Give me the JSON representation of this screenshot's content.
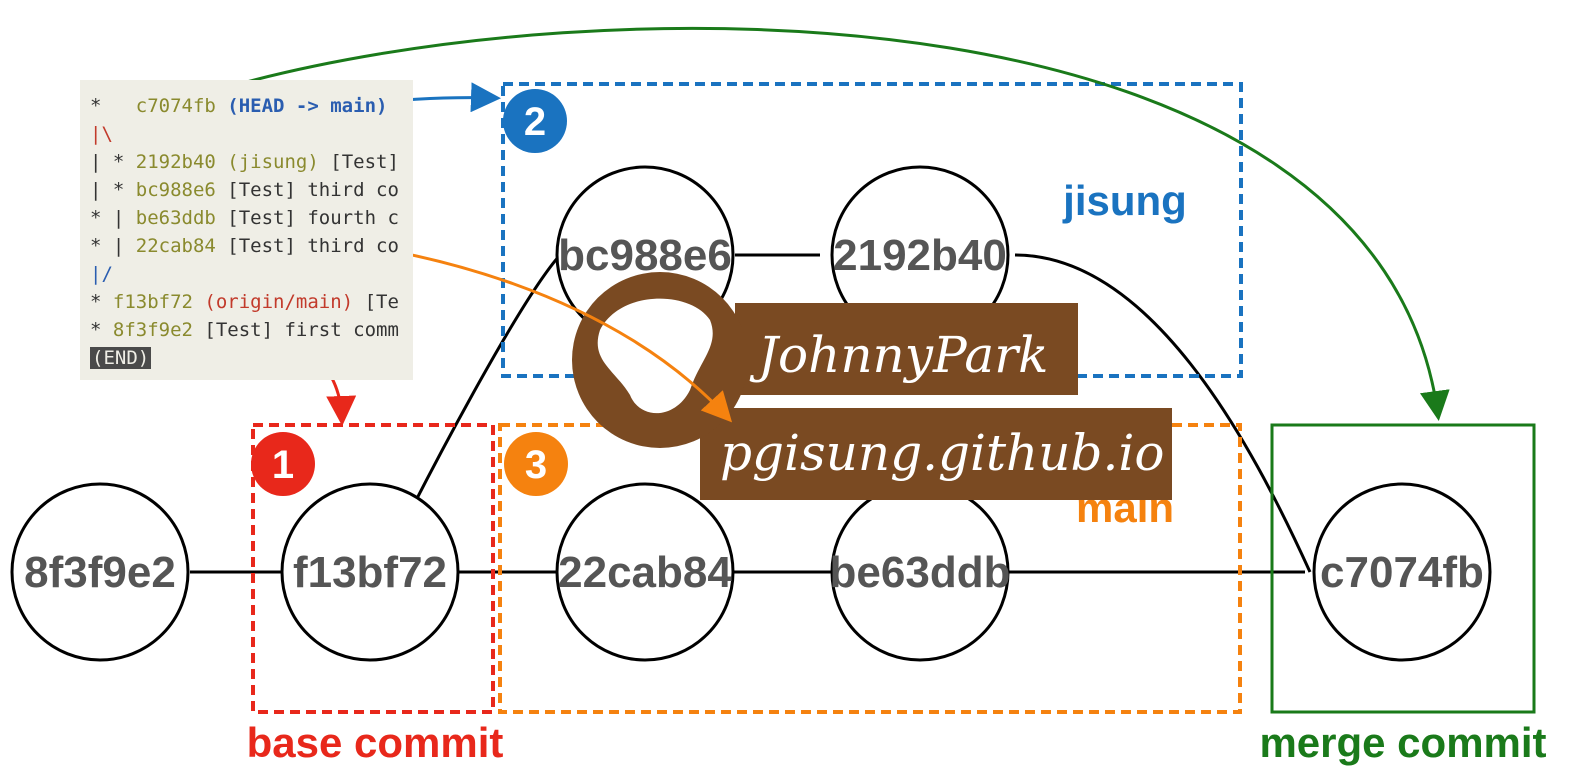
{
  "terminal": {
    "lines": [
      {
        "graph": "*   ",
        "hash": "c7074fb",
        "refs": "(HEAD -> main)",
        "msg": ""
      },
      {
        "graph": "|\\",
        "hash": "",
        "refs": "",
        "msg": ""
      },
      {
        "graph": "| * ",
        "hash": "2192b40",
        "refs": "(jisung)",
        "msg": "[Test]"
      },
      {
        "graph": "| * ",
        "hash": "bc988e6",
        "refs": "",
        "msg": "[Test] third co"
      },
      {
        "graph": "* | ",
        "hash": "be63ddb",
        "refs": "",
        "msg": "[Test] fourth c"
      },
      {
        "graph": "* | ",
        "hash": "22cab84",
        "refs": "",
        "msg": "[Test] third co"
      },
      {
        "graph": "|/",
        "hash": "",
        "refs": "",
        "msg": ""
      },
      {
        "graph": "* ",
        "hash": "f13bf72",
        "refs": "(origin/main)",
        "msg": "[Te"
      },
      {
        "graph": "* ",
        "hash": "8f3f9e2",
        "refs": "",
        "msg": "[Test] first comm"
      }
    ],
    "end_marker": "(END)"
  },
  "commits": {
    "c8f3f9e2": "8f3f9e2",
    "cf13bf72": "f13bf72",
    "c22cab84": "22cab84",
    "cbe63ddb": "be63ddb",
    "cbc988e6": "bc988e6",
    "c2192b40": "2192b40",
    "cc7074fb": "c7074fb"
  },
  "branches": {
    "jisung": "jisung",
    "main": "main"
  },
  "badges": {
    "one": "1",
    "two": "2",
    "three": "3"
  },
  "captions": {
    "base_commit": "base commit",
    "merge_commit": "merge commit"
  },
  "watermark": {
    "name": "JohnnyPark",
    "site": "pgisung.github.io"
  },
  "colors": {
    "red": "#e8281b",
    "blue": "#1a73c0",
    "orange": "#f5820f",
    "green": "#1a7a1a",
    "commit_gray": "#555555",
    "watermark_brown": "#7a4a22"
  }
}
